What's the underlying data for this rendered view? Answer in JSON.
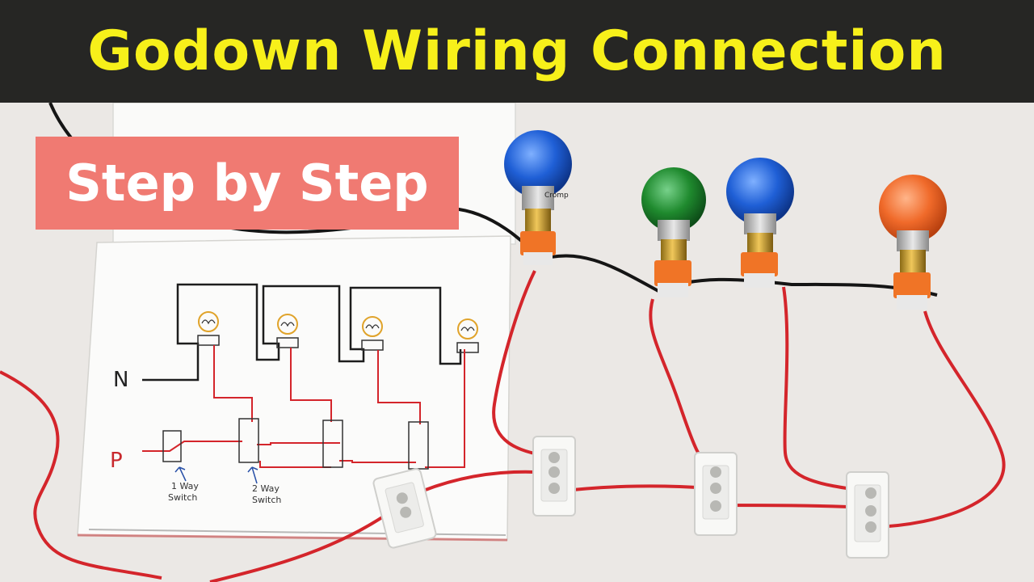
{
  "title": "Godown Wiring Connection",
  "badge": "Step by Step",
  "diagram": {
    "neutral_label": "N",
    "phase_label": "P",
    "switch_one_way_line1": "1 Way",
    "switch_one_way_line2": "Switch",
    "switch_two_way_line1": "2 Way",
    "switch_two_way_line2": "Switch"
  },
  "bulb_brand": "Cromp",
  "colors": {
    "title_bar": "#262624",
    "title_text": "#f7f01a",
    "badge_bg": "#f07a72",
    "wire_red": "#d4252b",
    "wire_black": "#151515",
    "bulb_blue": "#1f5fd6",
    "bulb_green": "#1f8a2e",
    "bulb_orange": "#f06a2a"
  }
}
